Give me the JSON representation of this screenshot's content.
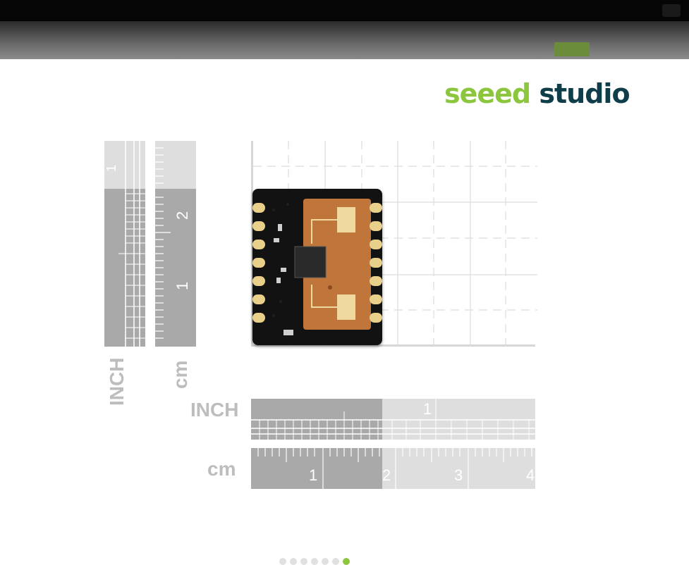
{
  "logo": {
    "part1": "seeed",
    "part2": "studio",
    "color1": "#8cc63f",
    "color2": "#0f3d4a"
  },
  "labels": {
    "inch_vertical": "INCH",
    "cm_vertical": "cm",
    "inch_horizontal": "INCH",
    "cm_horizontal": "cm"
  },
  "ruler_numbers": {
    "vertical_inch": "1",
    "vertical_cm_top": "2",
    "vertical_cm_bottom": "1",
    "horizontal_inch": "1",
    "horizontal_cm": [
      "1",
      "2",
      "3",
      "4"
    ]
  },
  "carousel": {
    "count": 7,
    "active_index": 6
  },
  "colors": {
    "ruler_dark": "#aaaaaa",
    "ruler_light": "#dcdcdc",
    "pcb": "#121212",
    "antenna": "#c0753a",
    "gold": "#e8cf8a"
  }
}
